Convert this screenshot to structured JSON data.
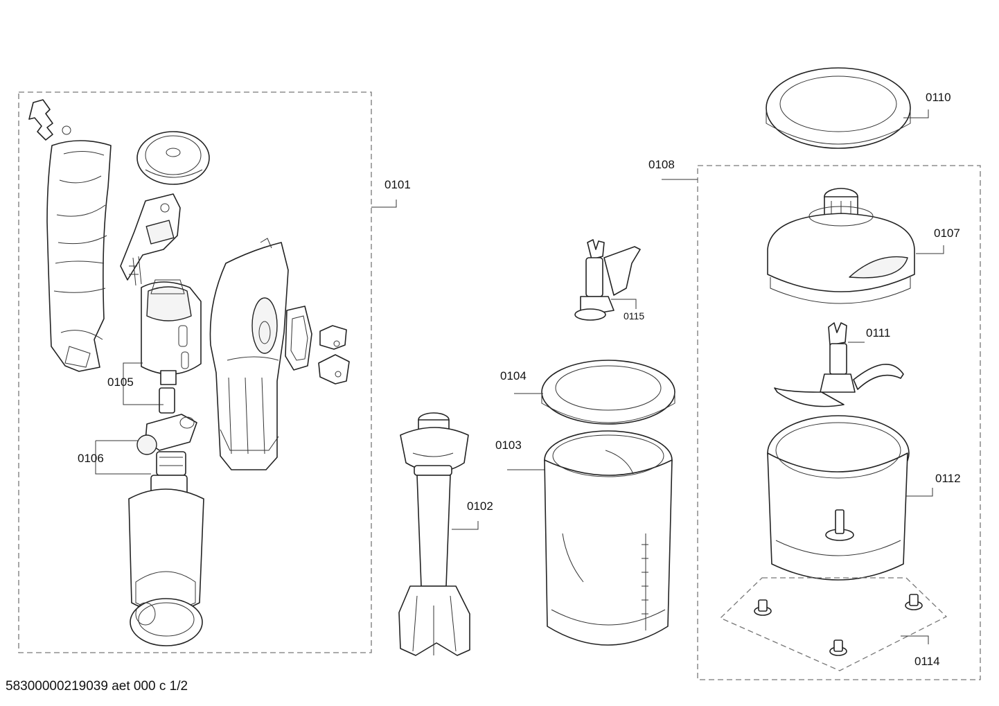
{
  "callouts": {
    "c0101": "0101",
    "c0102": "0102",
    "c0103": "0103",
    "c0104": "0104",
    "c0105": "0105",
    "c0106": "0106",
    "c0107": "0107",
    "c0108": "0108",
    "c0110": "0110",
    "c0111": "0111",
    "c0112": "0112",
    "c0114": "0114",
    "c0115": "0115"
  },
  "footer": {
    "document_reference": "58300000219039 aet 000 c 1/2"
  }
}
